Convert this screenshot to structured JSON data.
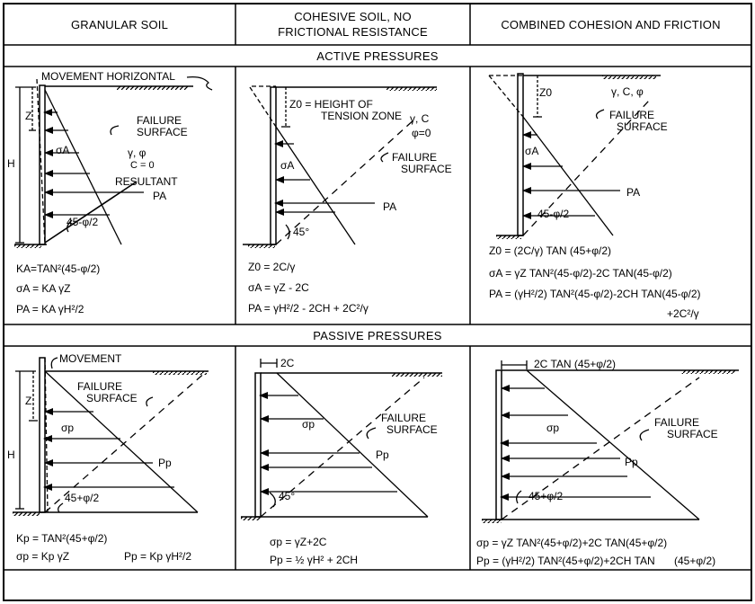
{
  "headers": {
    "granular": "GRANULAR SOIL",
    "cohesive_l1": "COHESIVE SOIL, NO",
    "cohesive_l2": "FRICTIONAL RESISTANCE",
    "combined": "COMBINED COHESION AND FRICTION"
  },
  "sections": {
    "active": "ACTIVE PRESSURES",
    "passive": "PASSIVE PRESSURES"
  },
  "active": {
    "granular": {
      "movement": "MOVEMENT  HORIZONTAL",
      "z": "Z",
      "h": "H",
      "failure_l1": "FAILURE",
      "failure_l2": "SURFACE",
      "gamma_phi": "γ, φ",
      "c0": "C = 0",
      "sigma": "σA",
      "resultant": "RESULTANT",
      "force": "PA",
      "angle": "45-φ/2",
      "eq1": "KA=TAN²(45-φ/2)",
      "eq2": "σA = KA γZ",
      "eq3": "PA = KA γH²/2"
    },
    "cohesive": {
      "z0_label_l1": "Z0 = HEIGHT OF",
      "z0_label_l2": "TENSION ZONE",
      "gamma_c": "γ, C",
      "phi0": "φ=0",
      "failure_l1": "FAILURE",
      "failure_l2": "SURFACE",
      "sigma": "σA",
      "force": "PA",
      "angle": "45°",
      "eq1": "Z0 = 2C/γ",
      "eq2": "σA = γZ - 2C",
      "eq3": "PA = γH²/2 - 2CH + 2C²/γ"
    },
    "combined": {
      "z0": "Z0",
      "gamma_c_phi": "γ, C, φ",
      "failure_l1": "FAILURE",
      "failure_l2": "SURFACE",
      "sigma": "σA",
      "force": "PA",
      "angle": "45-φ/2",
      "eq1": "Z0 = (2C/γ) TAN (45+φ/2)",
      "eq2": "σA = γZ TAN²(45-φ/2)-2C TAN(45-φ/2)",
      "eq3": "PA = (γH²/2) TAN²(45-φ/2)-2CH TAN(45-φ/2)",
      "eq4": "+2C²/γ"
    }
  },
  "passive": {
    "granular": {
      "movement": "MOVEMENT",
      "z": "Z",
      "h": "H",
      "failure_l1": "FAILURE",
      "failure_l2": "SURFACE",
      "sigma": "σp",
      "force": "Pp",
      "angle": "45+φ/2",
      "eq1": "Kp = TAN²(45+φ/2)",
      "eq2": "σp = Kp γZ",
      "eq3": "Pp = Kp γH²/2"
    },
    "cohesive": {
      "width": "2C",
      "failure_l1": "FAILURE",
      "failure_l2": "SURFACE",
      "sigma": "σp",
      "force": "Pp",
      "angle": "45°",
      "eq1": "σp = γZ+2C",
      "eq2": "Pp = ½ γH² + 2CH"
    },
    "combined": {
      "width": "2C TAN (45+φ/2)",
      "failure_l1": "FAILURE",
      "failure_l2": "SURFACE",
      "sigma": "σp",
      "force": "Pp",
      "angle": "45+φ/2",
      "eq1": "σp = γZ TAN²(45+φ/2)+2C TAN(45+φ/2)",
      "eq2": "Pp = (γH²/2) TAN²(45+φ/2)+2CH TAN",
      "eq3": "(45+φ/2)"
    }
  }
}
